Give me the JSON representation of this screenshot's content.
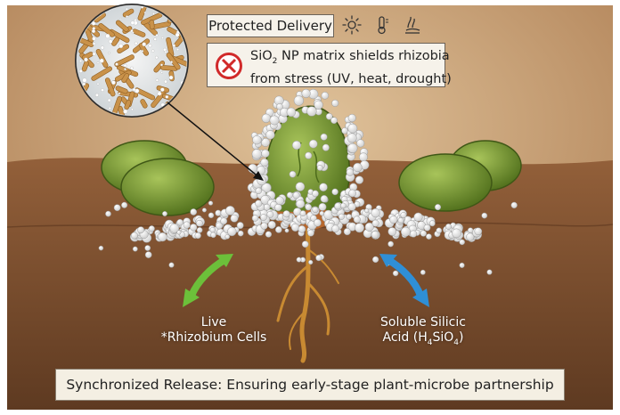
{
  "title": "Protected Delivery",
  "shield_text": {
    "line1_pre": "SiO",
    "line1_sub": "2",
    "line1_post": " NP matrix shields rhizobia",
    "line2": "from stress (UV, heat, drought)"
  },
  "icons": [
    "sun-icon",
    "thermometer-icon",
    "drought-icon"
  ],
  "left_label": {
    "line1": "Live",
    "line2": "*Rhizobium Cells"
  },
  "right_label": {
    "line1": "Soluble Silicic",
    "line2_pre": "Acid (H",
    "line2_sub1": "4",
    "line2_mid": "SiO",
    "line2_sub2": "4",
    "line2_post": ")"
  },
  "bottom_banner": "Synchronized Release: Ensuring early-stage plant-microbe partnership",
  "colors": {
    "soil_top": "#8c5a34",
    "soil_bottom": "#6e4427",
    "background": "#c79f72",
    "seed_green": "#7f9f33",
    "arrow_green": "#6cc03a",
    "arrow_blue": "#2f8fd6",
    "bacteria": "#c9924a"
  }
}
